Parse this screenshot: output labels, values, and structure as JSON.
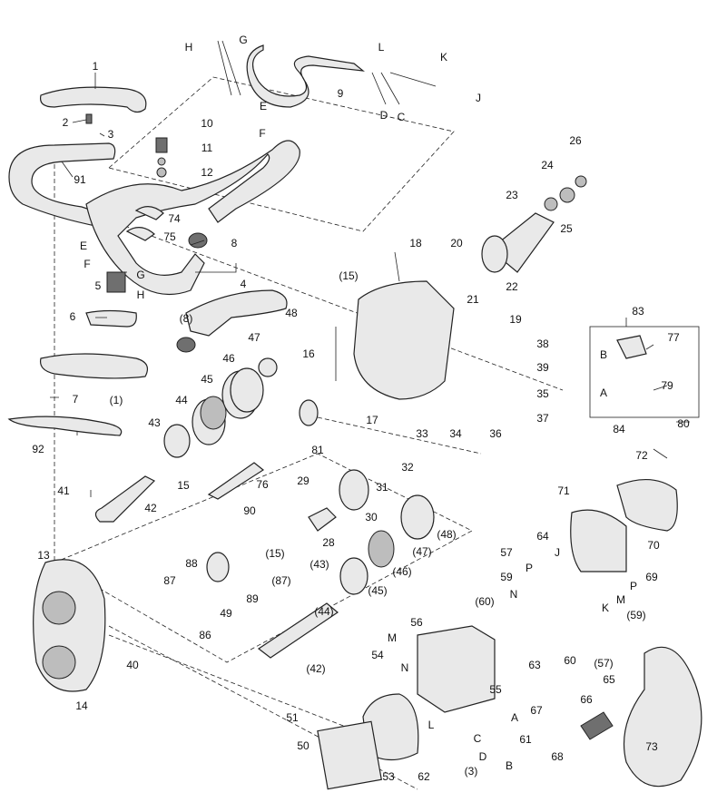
{
  "labels": {
    "n1": "1",
    "n2": "2",
    "n3": "3",
    "n91": "91",
    "n4": "4",
    "n5": "5",
    "n6": "6",
    "n7": "7",
    "n8": "8",
    "n8p": "(8)",
    "n9": "9",
    "n10": "10",
    "n11": "11",
    "n12": "12",
    "n13": "13",
    "n14": "14",
    "n15": "15",
    "n15p": "(15)",
    "n15p2": "(15)",
    "n16": "16",
    "n17": "17",
    "n18": "18",
    "n19": "19",
    "n20": "20",
    "n21": "21",
    "n22": "22",
    "n23": "23",
    "n24": "24",
    "n25": "25",
    "n26": "26",
    "n28": "28",
    "n29": "29",
    "n30": "30",
    "n31": "31",
    "n32": "32",
    "n33": "33",
    "n34": "34",
    "n35": "35",
    "n36": "36",
    "n37": "37",
    "n38": "38",
    "n39": "39",
    "n40": "40",
    "n41": "41",
    "n42": "42",
    "n42p": "(42)",
    "n43": "43",
    "n43p": "(43)",
    "n44": "44",
    "n44p": "(44)",
    "n45": "45",
    "n45p": "(45)",
    "n46": "46",
    "n46p": "(46)",
    "n47": "47",
    "n47p": "(47)",
    "n48": "48",
    "n48p": "(48)",
    "n49": "49",
    "n50": "50",
    "n51": "51",
    "n53": "53",
    "n54": "54",
    "n55": "55",
    "n56": "56",
    "n57": "57",
    "n57p": "(57)",
    "n59": "59",
    "n59p": "(59)",
    "n60": "60",
    "n60p": "(60)",
    "n61": "61",
    "n62": "62",
    "n3p": "(3)",
    "n63": "63",
    "n64": "64",
    "n65": "65",
    "n66": "66",
    "n67": "67",
    "n68": "68",
    "n69": "69",
    "n70": "70",
    "n71": "71",
    "n72": "72",
    "n73": "73",
    "n74": "74",
    "n75": "75",
    "n76": "76",
    "n77": "77",
    "n79": "79",
    "n80": "80",
    "n81": "81",
    "n83": "83",
    "n84": "84",
    "n86": "86",
    "n87": "87",
    "n87p": "(87)",
    "n88": "88",
    "n89": "89",
    "n90": "90",
    "n92": "92",
    "n1p": "(1)",
    "lH1": "H",
    "lG1": "G",
    "lE1": "E",
    "lF1": "F",
    "lL1": "L",
    "lK1": "K",
    "lJ1": "J",
    "lD1": "D",
    "lC1": "C",
    "lE2": "E",
    "lF2": "F",
    "lG2": "G",
    "lH2": "H",
    "lB1": "B",
    "lA1": "A",
    "lJ2": "J",
    "lP1": "P",
    "lP2": "P",
    "lN1": "N",
    "lM1": "M",
    "lK2": "K",
    "lM2": "M",
    "lN2": "N",
    "lL2": "L",
    "lA2": "A",
    "lC2": "C",
    "lD2": "D",
    "lB2": "B"
  }
}
